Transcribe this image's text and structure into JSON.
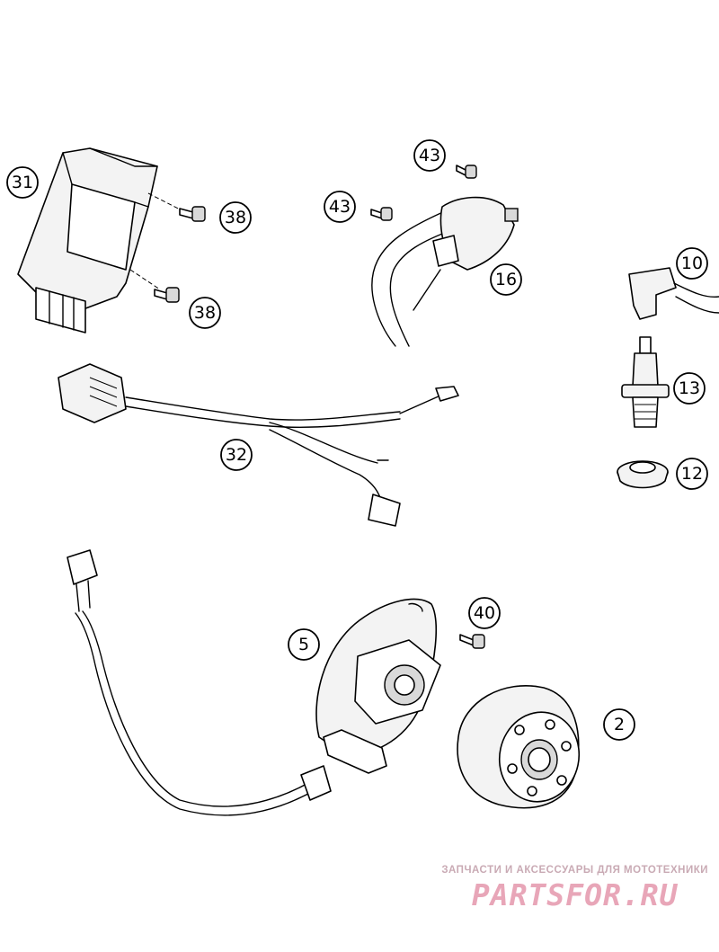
{
  "callouts": [
    {
      "id": "31",
      "label": "31"
    },
    {
      "id": "38a",
      "label": "38"
    },
    {
      "id": "38b",
      "label": "38"
    },
    {
      "id": "43a",
      "label": "43"
    },
    {
      "id": "43b",
      "label": "43"
    },
    {
      "id": "16",
      "label": "16"
    },
    {
      "id": "10",
      "label": "10"
    },
    {
      "id": "13",
      "label": "13"
    },
    {
      "id": "12",
      "label": "12"
    },
    {
      "id": "32",
      "label": "32"
    },
    {
      "id": "40",
      "label": "40"
    },
    {
      "id": "5",
      "label": "5"
    },
    {
      "id": "2",
      "label": "2"
    }
  ],
  "watermark": {
    "tagline": "ЗАПЧАСТИ И АКСЕССУАРЫ ДЛЯ МОТОТЕХНИКИ",
    "logo": "PARTSFOR.RU",
    "color": "#e8a6b8"
  }
}
